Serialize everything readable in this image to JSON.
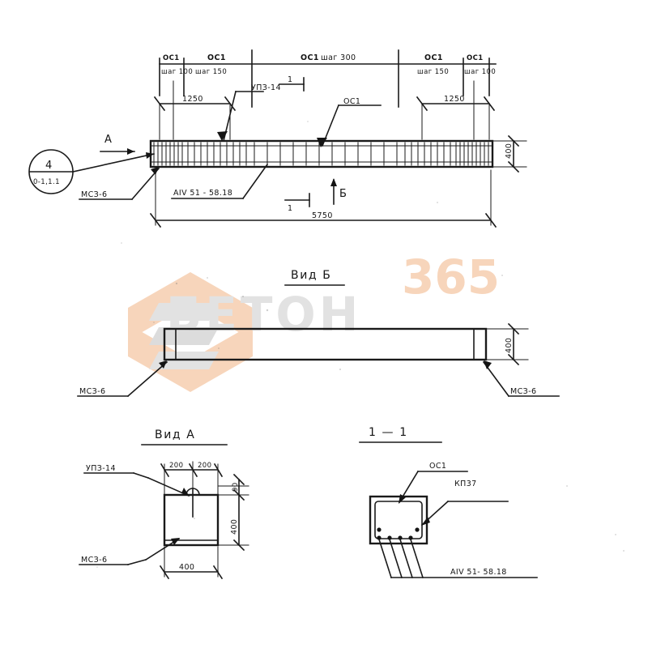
{
  "sheet": {
    "title_block_callout": {
      "upper": "4",
      "lower": "0-1,1.1"
    },
    "watermark": {
      "number": "365",
      "word": "БЕТОН"
    }
  },
  "elevation_view": {
    "name": "main-beam-elevation",
    "spacing_labels": [
      {
        "rebar": "ОС1",
        "pitch": "шаг 100"
      },
      {
        "rebar": "ОС1",
        "pitch": "шаг 150"
      },
      {
        "rebar": "ОС1",
        "pitch": "шаг 300"
      },
      {
        "rebar": "ОС1",
        "pitch": "шаг 150"
      },
      {
        "rebar": "ОС1",
        "pitch": "шаг 100"
      }
    ],
    "dimensions": {
      "left_zone": "1250",
      "right_zone": "1250",
      "overall_length": "5750",
      "height": "400"
    },
    "leaders": [
      {
        "label": "УПЗ-14"
      },
      {
        "label": "ОС1"
      },
      {
        "label": "МСЗ-6"
      },
      {
        "label": "АIV 51 - 58.18"
      }
    ],
    "section_marks": [
      {
        "label": "1"
      },
      {
        "label": "1"
      }
    ],
    "view_arrows": [
      {
        "label": "А"
      },
      {
        "label": "Б"
      }
    ]
  },
  "view_b": {
    "title": "Вид Б",
    "dimensions": {
      "height": "400"
    },
    "leaders": [
      {
        "label": "МСЗ-6"
      },
      {
        "label": "МСЗ-6"
      }
    ]
  },
  "view_a": {
    "title": "Вид А",
    "dimensions": {
      "left_half": "200",
      "right_half": "200",
      "top_offset": "90",
      "body_height": "400",
      "width": "400"
    },
    "leaders": [
      {
        "label": "УПЗ-14"
      },
      {
        "label": "МСЗ-6"
      }
    ]
  },
  "section_1_1": {
    "title": "1 — 1",
    "leaders": [
      {
        "label": "ОС1"
      },
      {
        "label": "КП37"
      },
      {
        "label": "АIV 51- 58.18"
      }
    ]
  },
  "colors": {
    "ink": "#141414",
    "watermark_orange": "#f7d5bb",
    "watermark_gray": "#e2e2e2"
  }
}
